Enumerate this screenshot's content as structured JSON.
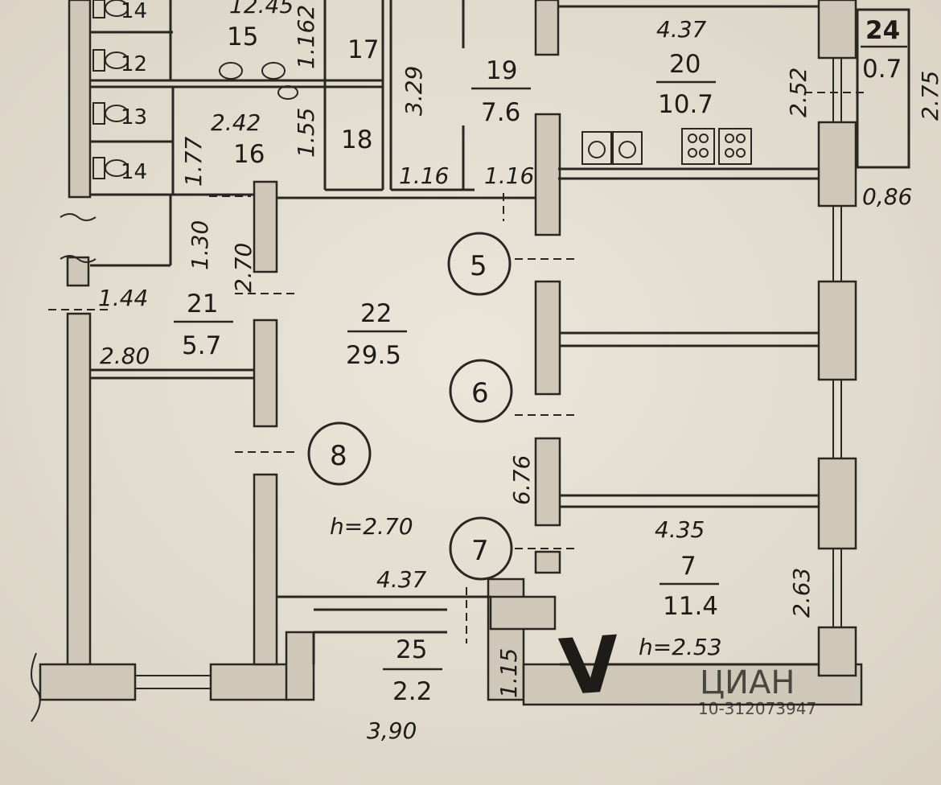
{
  "rooms": [
    {
      "id": "15",
      "area": "12.45"
    },
    {
      "id": "16",
      "area": "2.42"
    },
    {
      "id": "17"
    },
    {
      "id": "18"
    },
    {
      "id": "19",
      "area": "7.6"
    },
    {
      "id": "20",
      "area": "10.7"
    },
    {
      "id": "21",
      "area": "5.7"
    },
    {
      "id": "22",
      "area": "29.5"
    },
    {
      "id": "24",
      "area": "0.7"
    },
    {
      "id": "25",
      "area": "2.2"
    },
    {
      "id": "7",
      "area": "11.4"
    }
  ],
  "wc_labels": [
    "14",
    "12",
    "13",
    "14"
  ],
  "dimensions": {
    "d1": "1.162",
    "d2": "1.55",
    "d3": "1.77",
    "d4": "3.29",
    "d5": "1.16",
    "d6": "1.16",
    "d7": "4.37",
    "d8": "2.52",
    "d9": "2.75",
    "d10": "0,86",
    "d11": "1.30",
    "d12": "2.70",
    "d13": "1.44",
    "d14": "2.80",
    "d15": "6.76",
    "d16": "4.37",
    "d17": "4.35",
    "d18": "2.63",
    "d19": "1.15",
    "d20": "3,90"
  },
  "heights": {
    "main": "h=2.70",
    "room7": "h=2.53"
  },
  "circled": [
    "5",
    "6",
    "8",
    "7"
  ],
  "marker": {
    "glyph": "V",
    "color": "#4ee3ac"
  },
  "watermark": {
    "brand": "ЦИАН",
    "code": "10-312073947"
  }
}
